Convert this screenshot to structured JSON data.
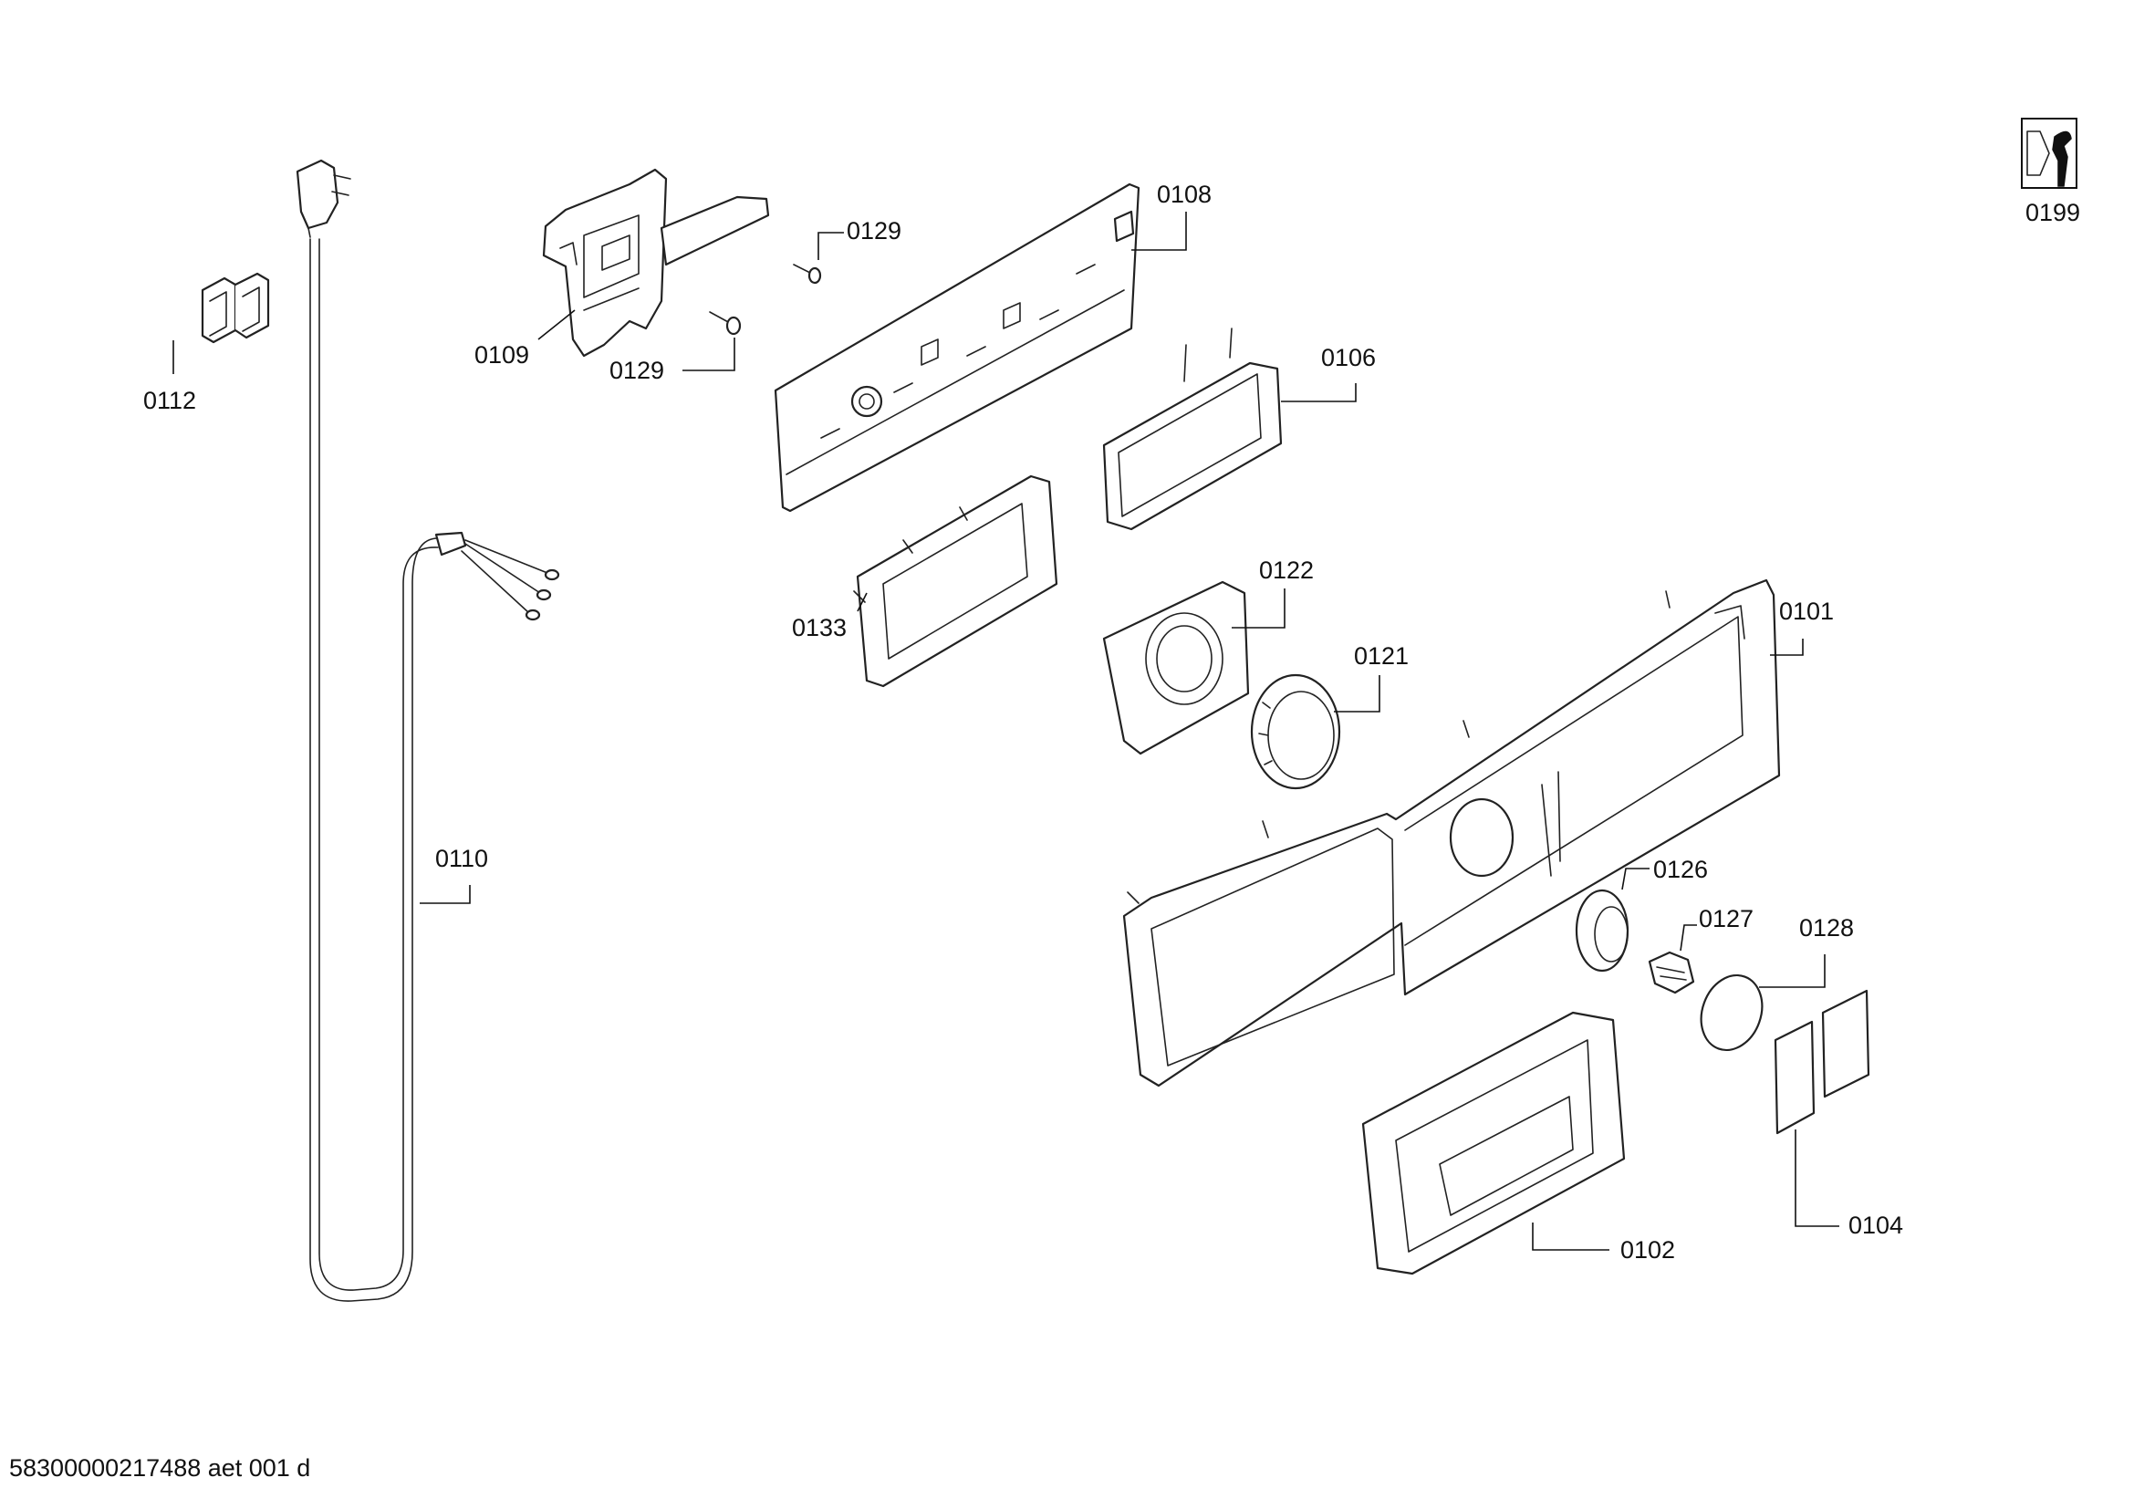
{
  "diagram": {
    "document_code": "58300000217488 aet 001 d",
    "part_labels": {
      "p0101": "0101",
      "p0102": "0102",
      "p0104": "0104",
      "p0106": "0106",
      "p0108": "0108",
      "p0109": "0109",
      "p0110": "0110",
      "p0112": "0112",
      "p0121": "0121",
      "p0122": "0122",
      "p0126": "0126",
      "p0127": "0127",
      "p0128": "0128",
      "p0129a": "0129",
      "p0129b": "0129",
      "p0133": "0133",
      "p0199": "0199"
    },
    "icons": {
      "tool_icon": "nut-and-wrench-icon"
    }
  }
}
